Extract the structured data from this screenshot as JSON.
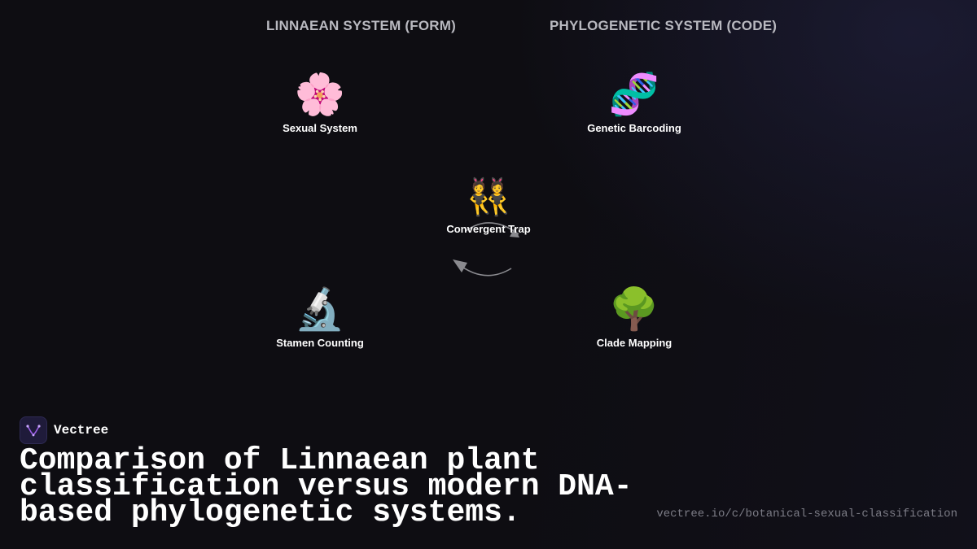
{
  "headers": {
    "left": "LINNAEAN SYSTEM (FORM)",
    "right": "PHYLOGENETIC SYSTEM (CODE)"
  },
  "nodes": {
    "sexual_system": {
      "icon": "cherry-blossom-icon",
      "glyph": "🌸",
      "label": "Sexual System"
    },
    "genetic_barcoding": {
      "icon": "dna-icon",
      "glyph": "🧬",
      "label": "Genetic Barcoding"
    },
    "convergent_trap": {
      "icon": "twins-icon",
      "glyph": "👯",
      "label": "Convergent Trap"
    },
    "stamen_counting": {
      "icon": "microscope-icon",
      "glyph": "🔬",
      "label": "Stamen Counting"
    },
    "clade_mapping": {
      "icon": "tree-icon",
      "glyph": "🌳",
      "label": "Clade Mapping"
    }
  },
  "brand": {
    "name": "Vectree",
    "logo_icon": "vectree-logo-icon"
  },
  "title": "Comparison of Linnaean plant classification versus modern DNA-based phylogenetic systems.",
  "url": "vectree.io/c/botanical-sexual-classification",
  "colors": {
    "background": "#0e0d12",
    "header_text": "#b9b9c0",
    "label_text": "#ffffff",
    "arrow": "#8a8a8f",
    "url_text": "#7c7c86",
    "logo_bg": "#1f1b3a",
    "logo_accent": "#9b5de5"
  }
}
